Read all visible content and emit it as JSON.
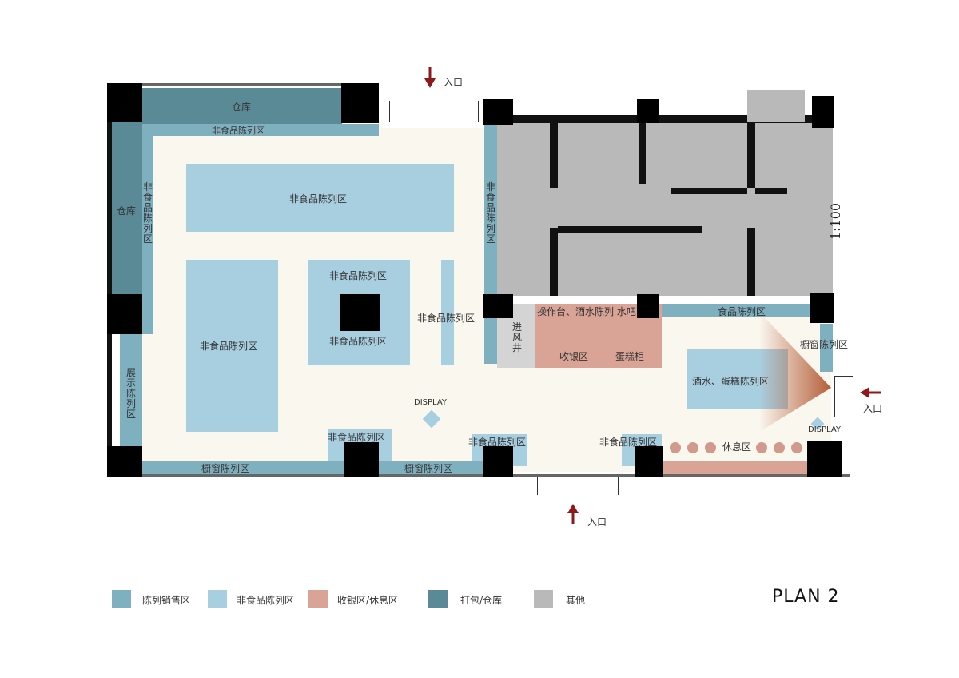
{
  "zones": {
    "warehouse_top": "仓库",
    "warehouse_left": "仓库",
    "nonfood_top_strip": "非食品陈列区",
    "nonfood_left_vertical": "非食品陈列区",
    "nonfood_big_top": "非食品陈列区",
    "nonfood_big_left": "非食品陈列区",
    "nonfood_center_top": "非食品陈列区",
    "nonfood_center_bottom": "非食品陈列区",
    "nonfood_right_strip": "非食品陈列区",
    "nonfood_right_vertical": "非食品陈列区",
    "display_vertical": "展示陈列区",
    "window_bottom_left": "橱窗陈列区",
    "window_bottom_mid": "橱窗陈列区",
    "nonfood_bottom_1": "非食品陈列区",
    "nonfood_bottom_2": "非食品陈列区",
    "nonfood_bottom_3": "非食品陈列区",
    "food_display": "食品陈列区",
    "window_right": "橱窗陈列区",
    "counter_top": "操作台、酒水陈列  水吧",
    "cashier": "收银区",
    "cake_cabinet": "蛋糕柜",
    "air_shaft": "进风井",
    "wine_cake": "酒水、蛋糕陈列区",
    "rest_area": "休息区",
    "display_left": "DISPLAY",
    "display_right": "DISPLAY"
  },
  "entrances": {
    "top": "入口",
    "right": "入口",
    "bottom": "入口"
  },
  "scale": "1:100",
  "plan_title": "PLAN 2",
  "legend": [
    {
      "label": "陈列销售区",
      "color": "#7fb0c0"
    },
    {
      "label": "非食品陈列区",
      "color": "#a8cfe0"
    },
    {
      "label": "收银区/休息区",
      "color": "#d9a496"
    },
    {
      "label": "打包/仓库",
      "color": "#5a8a96"
    },
    {
      "label": "其他",
      "color": "#b9b9b9"
    }
  ],
  "colors": {
    "arrow": "#8b1a1a",
    "pillar": "#000000",
    "floor": "#faf7ef"
  }
}
